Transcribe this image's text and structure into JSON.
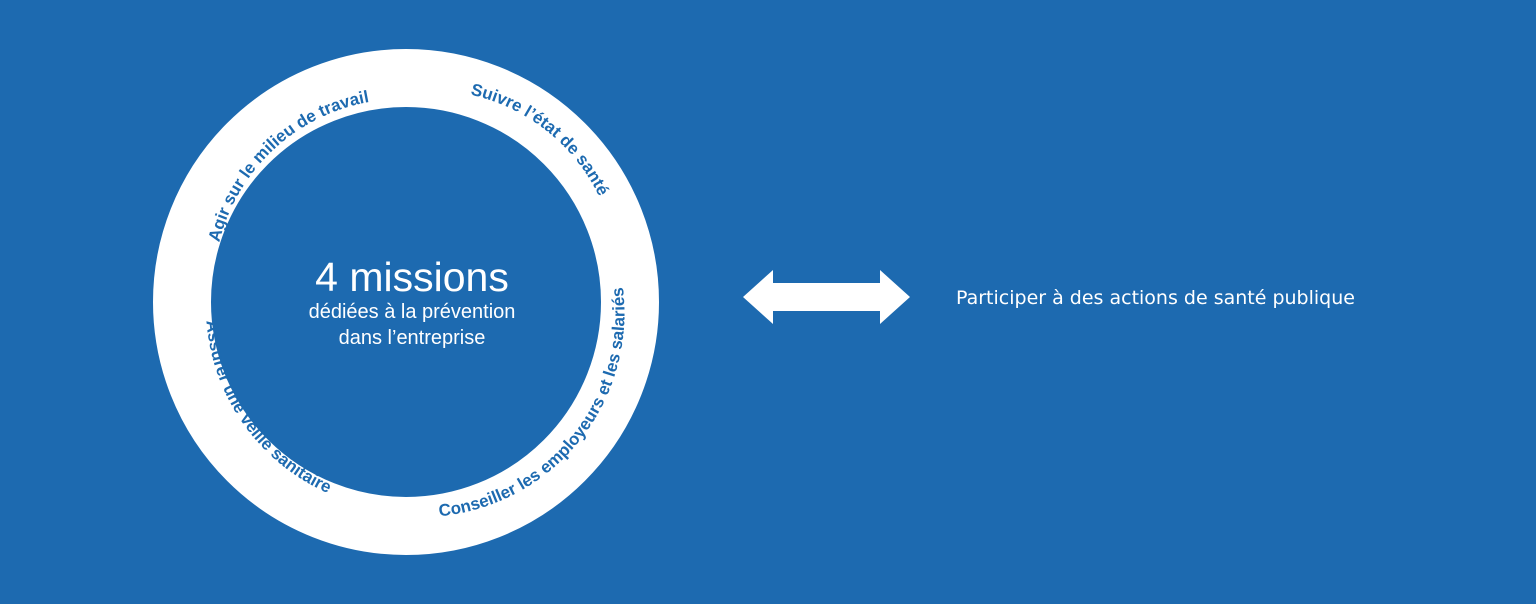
{
  "colors": {
    "background": "#1d6ab0",
    "ring": "#ffffff",
    "ring_text": "#1d6ab0",
    "text": "#ffffff"
  },
  "diagram": {
    "center": {
      "title": "4 missions",
      "subtitle_line1": "dédiées à la prévention",
      "subtitle_line2": "dans l’entreprise"
    },
    "ring_missions": [
      "Agir sur le milieu de travail",
      "Suivre l’état de santé",
      "Conseiller les employeurs et les salariés",
      "Assurer une veille sanitaire"
    ],
    "connector": "double-arrow",
    "side_mission": "Participer à des actions de santé publique"
  }
}
